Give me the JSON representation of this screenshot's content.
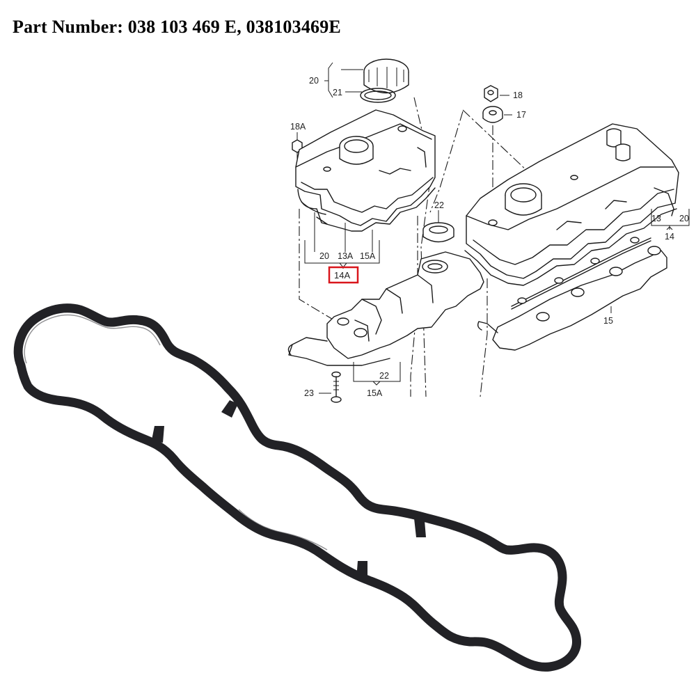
{
  "header": {
    "part_number_text": "Part Number: 038 103 469 E, 038103469E"
  },
  "diagram": {
    "callouts": {
      "c20_top": "20",
      "c21": "21",
      "c18": "18",
      "c17": "17",
      "c18A": "18A",
      "c22_top": "22",
      "c13": "13",
      "c20_right": "20",
      "c14": "14",
      "c20_left": "20",
      "c13A": "13A",
      "c15A_left": "15A",
      "c14A": "14A",
      "c15": "15",
      "c22_bottom": "22",
      "c15A_bottom": "15A",
      "c23": "23"
    },
    "highlight_color": "#d9161c"
  },
  "product": {
    "gasket_color": "#222226"
  }
}
